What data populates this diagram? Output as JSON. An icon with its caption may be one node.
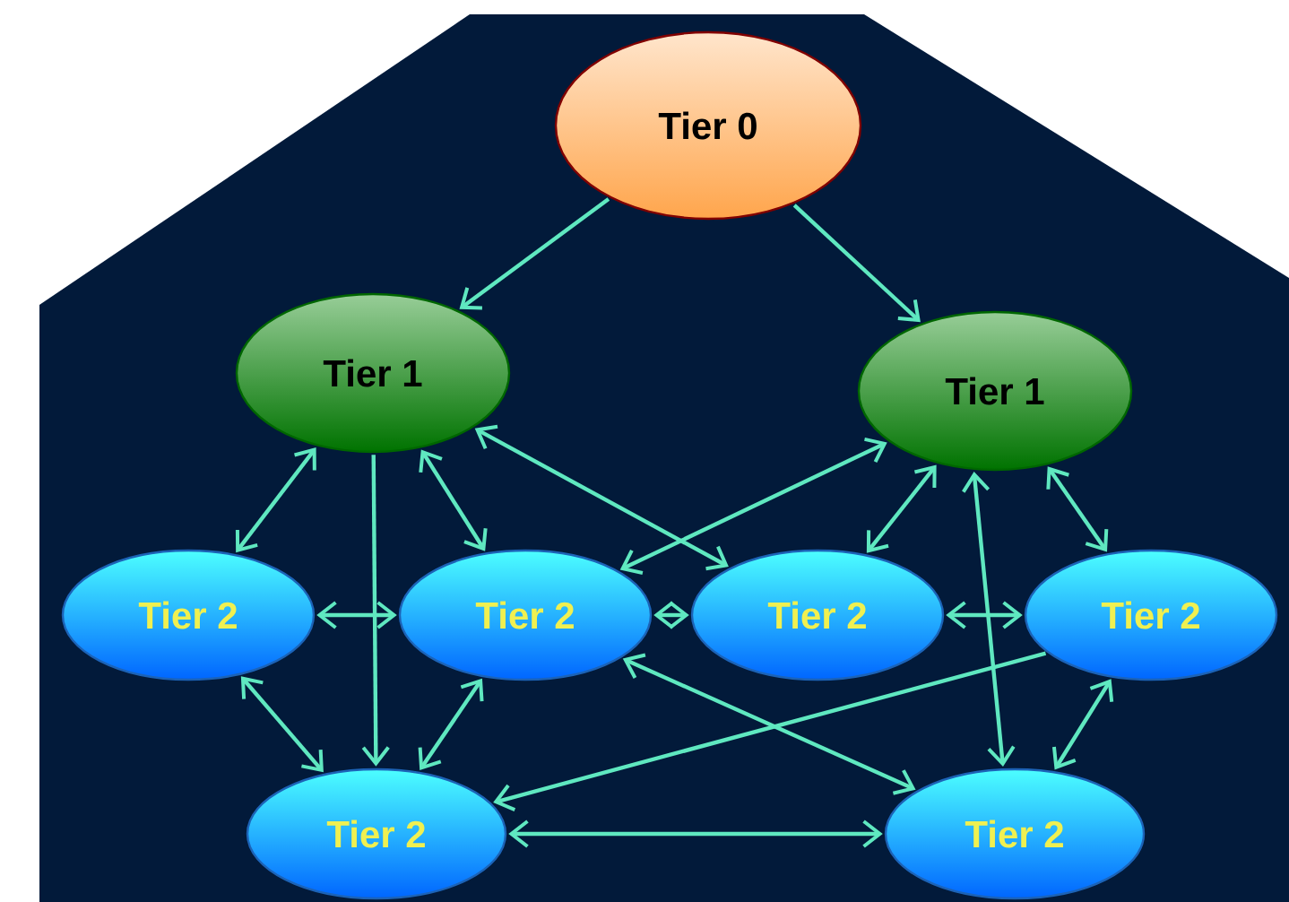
{
  "diagram": {
    "nodes": [
      {
        "text": [
          "Tier 0"
        ]
      },
      {
        "text": [
          "Tier 1"
        ]
      },
      {
        "text": [
          "Tier 1"
        ]
      },
      {
        "text": [
          "Tier 2"
        ]
      },
      {
        "text": [
          "Tier 2"
        ]
      },
      {
        "text": [
          "Tier 2"
        ]
      },
      {
        "text": [
          "Tier 2"
        ]
      },
      {
        "text": [
          "Tier 2"
        ]
      },
      {
        "text": [
          "Tier 2"
        ]
      }
    ],
    "edges": [
      {
        "from": 0,
        "to": 1,
        "arrow": "to"
      },
      {
        "from": 0,
        "to": 2,
        "arrow": "to"
      },
      {
        "from": 1,
        "to": 3,
        "arrow": "both"
      },
      {
        "from": 1,
        "to": 4,
        "arrow": "both"
      },
      {
        "from": 1,
        "to": 7,
        "arrow": "to"
      },
      {
        "from": 1,
        "to": 5,
        "arrow": "both"
      },
      {
        "from": 4,
        "to": 2,
        "arrow": "both"
      },
      {
        "from": 2,
        "to": 5,
        "arrow": "both"
      },
      {
        "from": 2,
        "to": 6,
        "arrow": "both"
      },
      {
        "from": 2,
        "to": 8,
        "arrow": "both"
      },
      {
        "from": 3,
        "to": 4,
        "arrow": "both"
      },
      {
        "from": 4,
        "to": 5,
        "arrow": "both"
      },
      {
        "from": 5,
        "to": 6,
        "arrow": "both"
      },
      {
        "from": 3,
        "to": 7,
        "arrow": "both"
      },
      {
        "from": 4,
        "to": 7,
        "arrow": "both"
      },
      {
        "from": 6,
        "to": 7,
        "arrow": "to"
      },
      {
        "from": 4,
        "to": 8,
        "arrow": "both"
      },
      {
        "from": 6,
        "to": 8,
        "arrow": "both"
      },
      {
        "from": 7,
        "to": 8,
        "arrow": "both"
      }
    ]
  }
}
